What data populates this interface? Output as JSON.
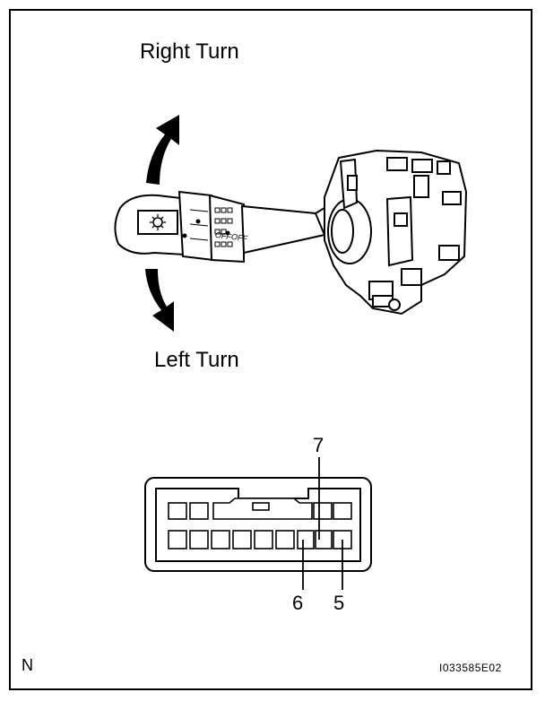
{
  "labels": {
    "right_turn": "Right Turn",
    "left_turn": "Left Turn",
    "corner": "N",
    "figure_code": "I033585E02"
  },
  "switch_markings": {
    "off_1": "OFF",
    "off_2": "OFF"
  },
  "connector": {
    "pins": [
      "7",
      "6",
      "5"
    ]
  },
  "colors": {
    "ink": "#000000",
    "paper": "#ffffff"
  },
  "icons": [
    "right-turn-arrow-icon",
    "left-turn-arrow-icon",
    "headlight-icon"
  ]
}
